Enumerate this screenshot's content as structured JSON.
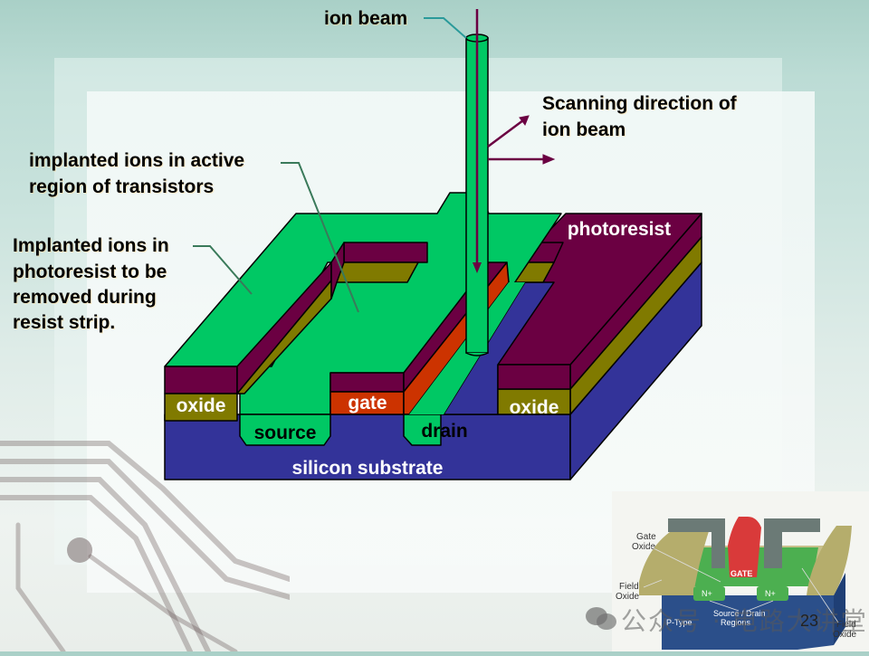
{
  "labels": {
    "ion_beam": "ion beam",
    "scanning_direction_line1": "Scanning direction of",
    "scanning_direction_line2": "ion beam",
    "implanted_active_line1": "implanted ions in active",
    "implanted_active_line2": "region of transistors",
    "implanted_resist_line1": "Implanted ions in",
    "implanted_resist_line2": "photoresist to be",
    "implanted_resist_line3": "removed during",
    "implanted_resist_line4": "resist strip."
  },
  "diagram": {
    "photoresist": "photoresist",
    "oxide_left": "oxide",
    "oxide_right": "oxide",
    "gate": "gate",
    "source": "source",
    "drain": "drain",
    "substrate": "silicon substrate",
    "colors": {
      "implant_green": "#00c864",
      "photoresist": "#6b0042",
      "oxide": "#807a00",
      "gate": "#cc3300",
      "substrate": "#333399",
      "leader_line": "#3a7a5a",
      "arrow": "#6b0042"
    }
  },
  "inset": {
    "gate_oxide": [
      "Gate",
      "Oxide"
    ],
    "field_oxide_left": [
      "Field",
      "Oxide"
    ],
    "field_oxide_right": [
      "Field",
      "Oxide"
    ],
    "gate": "GATE",
    "n_plus_left": "N+",
    "n_plus_right": "N+",
    "source_drain": [
      "Source / Drain",
      "Regions"
    ],
    "p_type": "P-Type"
  },
  "watermark": {
    "text": "公众号 · 电路大讲堂"
  },
  "page_number": "23"
}
